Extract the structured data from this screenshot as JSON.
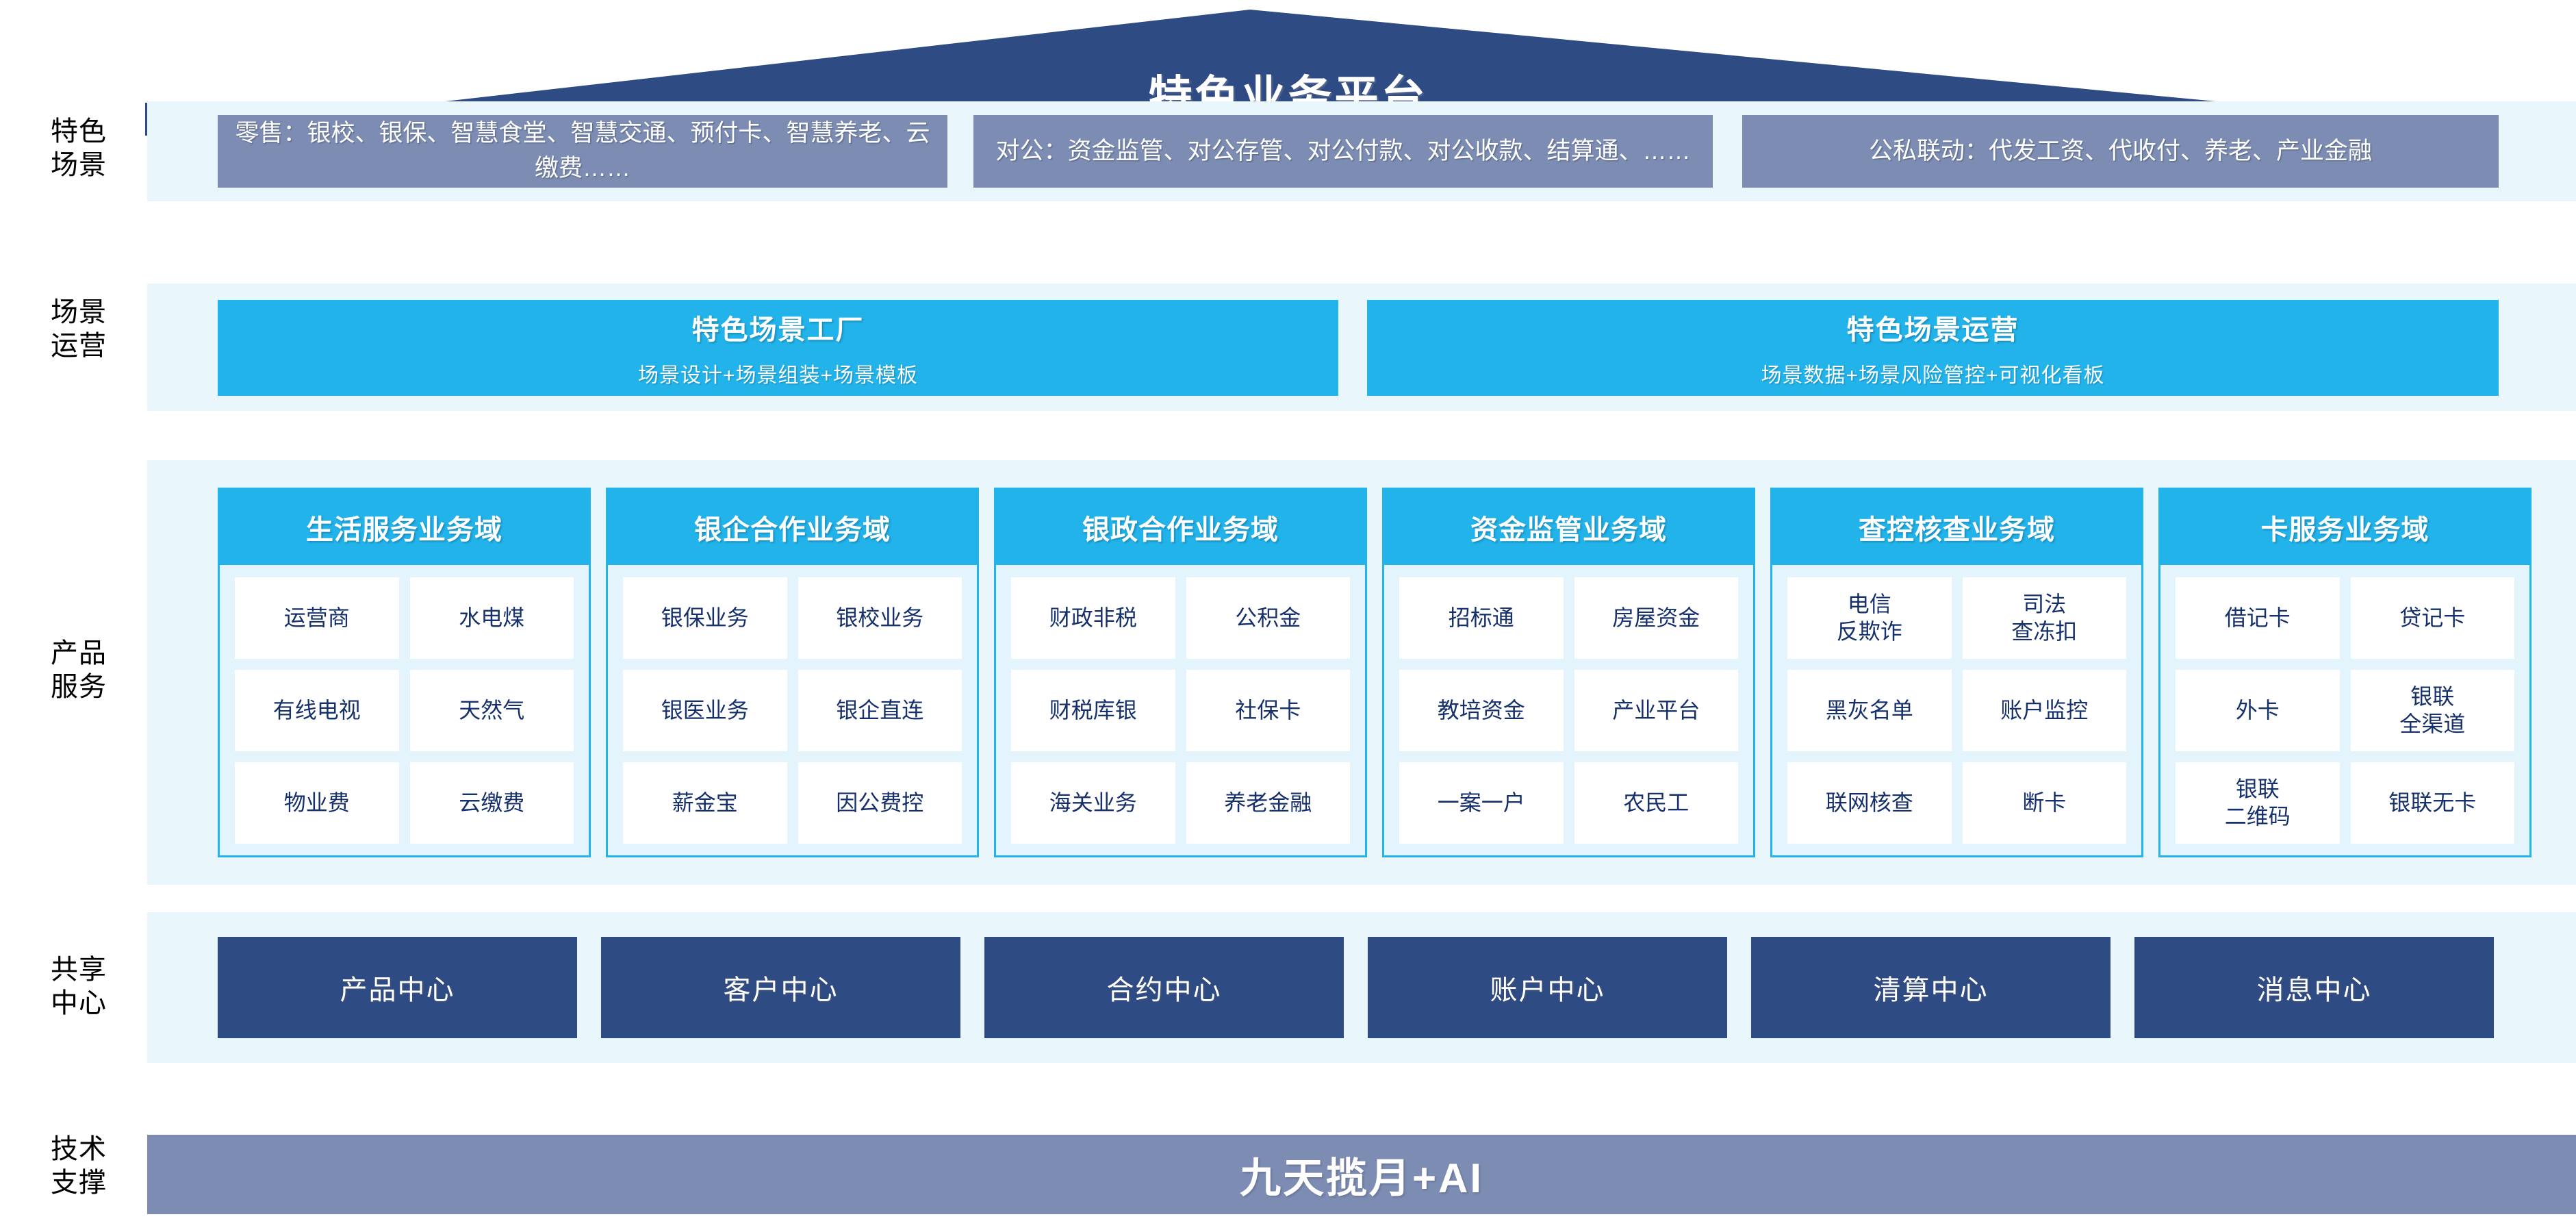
{
  "banner": {
    "title": "特色业务平台"
  },
  "colors": {
    "navy": "#2f4b84",
    "slate": "#7c8cb2",
    "cyan": "#22b3ea",
    "row_bg": "#e9f7fd",
    "chip_text": "#16306b"
  },
  "rows": {
    "scenes": {
      "label": "特色\n场景",
      "boxes": [
        {
          "text": "零售：银校、银保、智慧食堂、智慧交通、预付卡、智慧养老、云缴费……"
        },
        {
          "text": "对公：资金监管、对公存管、对公付款、对公收款、结算通、……"
        },
        {
          "text": "公私联动：代发工资、代收付、养老、产业金融"
        }
      ]
    },
    "operations": {
      "label": "场景\n运营",
      "boxes": [
        {
          "title": "特色场景工厂",
          "subtitle": "场景设计+场景组装+场景模板"
        },
        {
          "title": "特色场景运营",
          "subtitle": "场景数据+场景风险管控+可视化看板"
        }
      ]
    },
    "products": {
      "label": "产品\n服务",
      "domains": [
        {
          "title": "生活服务业务域",
          "items": [
            "运营商",
            "水电煤",
            "有线电视",
            "天然气",
            "物业费",
            "云缴费"
          ]
        },
        {
          "title": "银企合作业务域",
          "items": [
            "银保业务",
            "银校业务",
            "银医业务",
            "银企直连",
            "薪金宝",
            "因公费控"
          ]
        },
        {
          "title": "银政合作业务域",
          "items": [
            "财政非税",
            "公积金",
            "财税库银",
            "社保卡",
            "海关业务",
            "养老金融"
          ]
        },
        {
          "title": "资金监管业务域",
          "items": [
            "招标通",
            "房屋资金",
            "教培资金",
            "产业平台",
            "一案一户",
            "农民工"
          ]
        },
        {
          "title": "查控核查业务域",
          "items": [
            "电信\n反欺诈",
            "司法\n查冻扣",
            "黑灰名单",
            "账户监控",
            "联网核查",
            "断卡"
          ]
        },
        {
          "title": "卡服务业务域",
          "items": [
            "借记卡",
            "贷记卡",
            "外卡",
            "银联\n全渠道",
            "银联\n二维码",
            "银联无卡"
          ]
        }
      ]
    },
    "shared_centers": {
      "label": "共享\n中心",
      "boxes": [
        "产品中心",
        "客户中心",
        "合约中心",
        "账户中心",
        "清算中心",
        "消息中心"
      ]
    },
    "tech_support": {
      "label": "技术\n支撑",
      "bar_text": "九天揽月+AI"
    }
  }
}
